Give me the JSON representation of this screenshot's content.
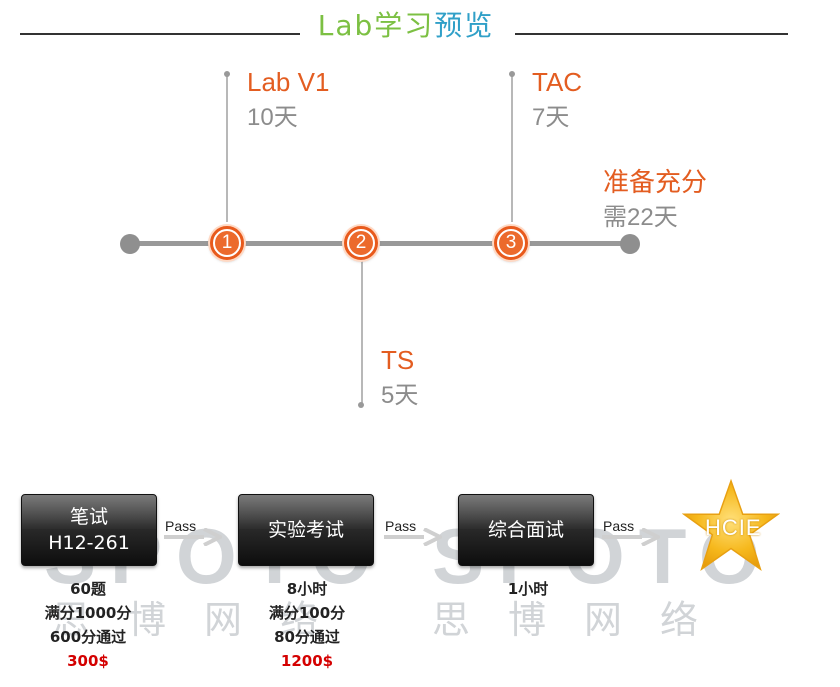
{
  "header": {
    "title_part1": "Lab学习",
    "title_part2": "预览"
  },
  "timeline": {
    "stages": [
      {
        "marker": "1",
        "name": "Lab V1",
        "duration": "10天"
      },
      {
        "marker": "2",
        "name": "TS",
        "duration": "5天"
      },
      {
        "marker": "3",
        "name": "TAC",
        "duration": "7天"
      }
    ],
    "summary": {
      "name": "准备充分",
      "duration": "需22天"
    }
  },
  "exams": [
    {
      "title": "笔试",
      "code": "H12-261",
      "details": [
        "60题",
        "满分1000分",
        "600分通过"
      ],
      "price": "300$"
    },
    {
      "title": "实验考试",
      "details": [
        "8小时",
        "满分100分",
        "80分通过"
      ],
      "price": "1200$"
    },
    {
      "title": "综合面试",
      "details": [
        "1小时"
      ]
    }
  ],
  "pass_label": "Pass",
  "goal": {
    "label": "HCIE"
  },
  "watermark": {
    "latin": [
      "SPOTO",
      "SPOTO"
    ],
    "cjk": [
      "思博网络",
      "思博网络"
    ]
  },
  "colors": {
    "accent_orange": "#e35d21",
    "title_green": "#7cc043",
    "title_blue": "#30a0c8",
    "price_red": "#d40000",
    "star_gold": "#f6b81c"
  }
}
